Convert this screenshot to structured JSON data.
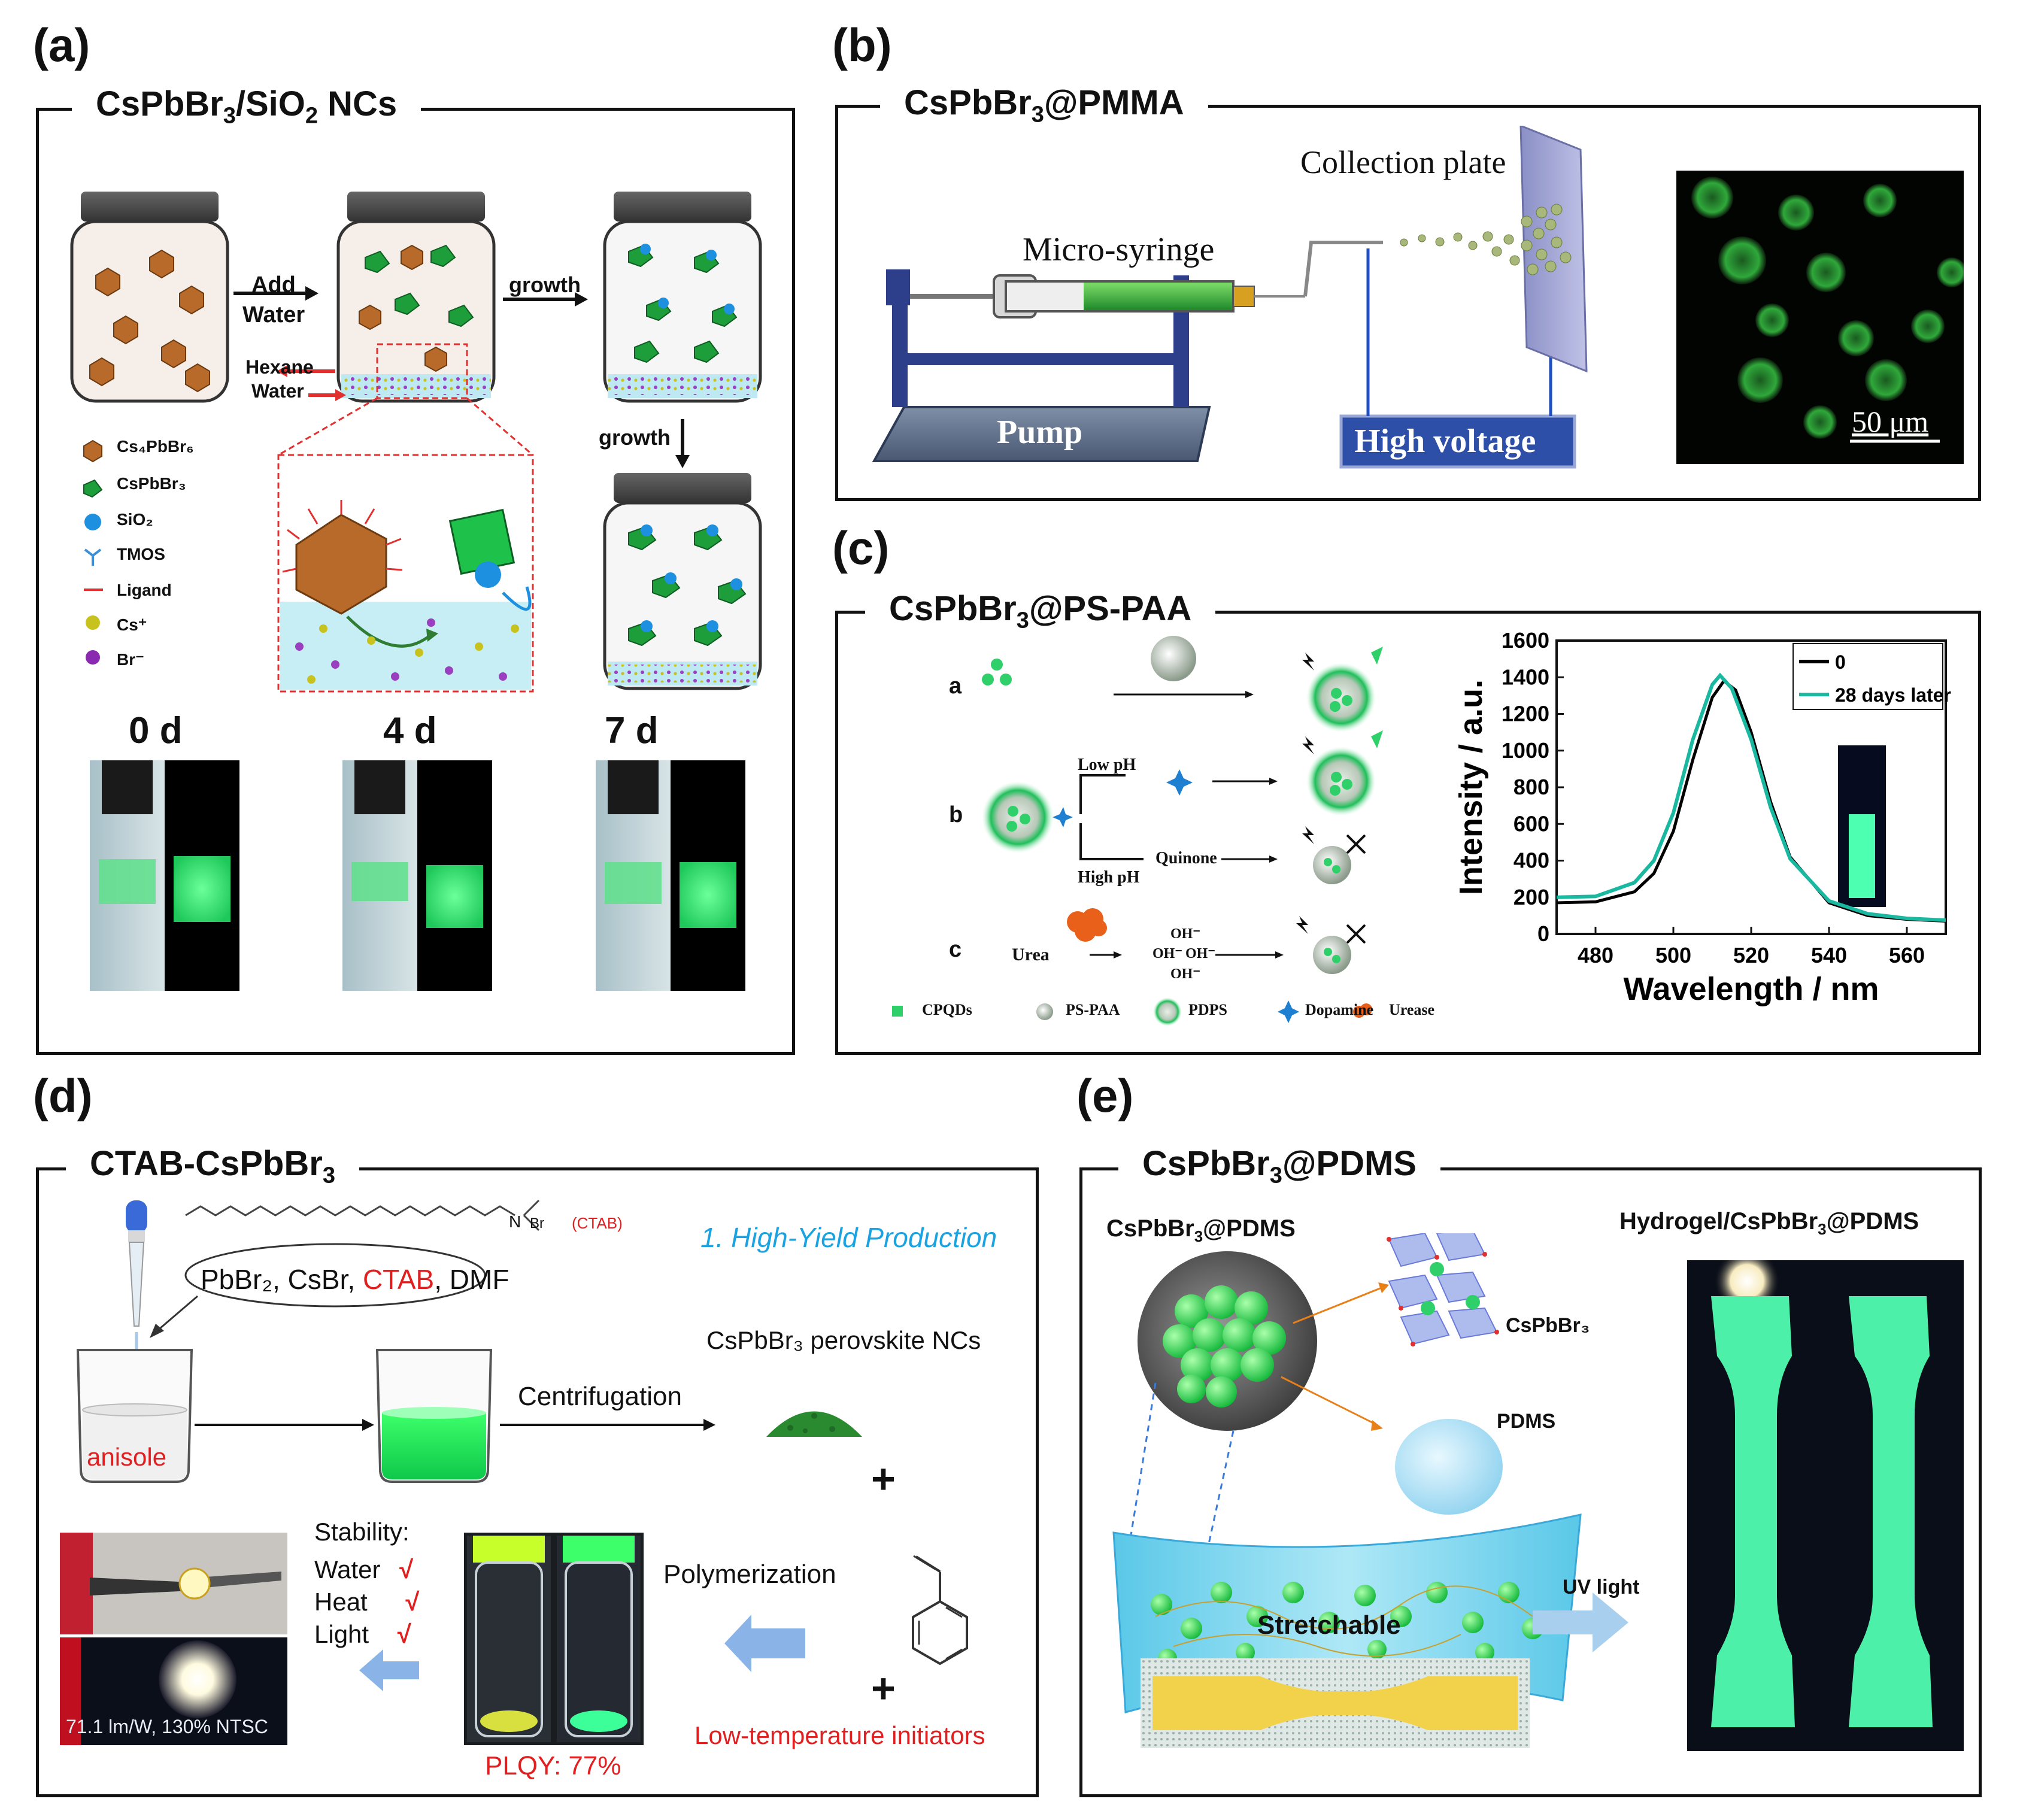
{
  "panels": {
    "a": {
      "label": "(a)",
      "title_main": "CsPbBr",
      "title_sub1": "3",
      "title_mid": "/SiO",
      "title_sub2": "2",
      "title_end": " NCs",
      "add_water_1": "Add",
      "add_water_2": "Water",
      "growth_1": "growth",
      "growth_2": "growth",
      "hexane": "Hexane",
      "water": "Water",
      "legend": [
        {
          "text": "Cs₄PbBr₆",
          "icon": "cs4pbbr6-polyhedron-icon",
          "color": "#b86a2a"
        },
        {
          "text": "CsPbBr₃",
          "icon": "cspbbr3-cube-icon",
          "color": "#1e9e3a"
        },
        {
          "text": "SiO₂",
          "icon": "sio2-sphere-icon",
          "color": "#1e90e0"
        },
        {
          "text": "TMOS",
          "icon": "tmos-molecule-icon",
          "color": "#3a8fd8"
        },
        {
          "text": "Ligand",
          "icon": "ligand-line-icon",
          "color": "#e03030"
        },
        {
          "text": "Cs⁺",
          "icon": "cs-ion-icon",
          "color": "#c8c21e"
        },
        {
          "text": "Br⁻",
          "icon": "br-ion-icon",
          "color": "#8a2ab0"
        }
      ],
      "days": [
        "0 d",
        "4 d",
        "7 d"
      ]
    },
    "b": {
      "label": "(b)",
      "title": "CsPbBr",
      "title_sub": "3",
      "title_end": "@PMMA",
      "collection_plate": "Collection plate",
      "micro_syringe": "Micro-syringe",
      "pump": "Pump",
      "high_voltage": "High voltage",
      "scale_bar": "50 μm"
    },
    "c": {
      "label": "(c)",
      "title": "CsPbBr",
      "title_sub": "3",
      "title_end": "@PS-PAA",
      "rows": [
        "a",
        "b",
        "c"
      ],
      "low_ph": "Low  pH",
      "high_ph": "High  pH",
      "quinone": "Quinone",
      "urea": "Urea",
      "oh": "OH⁻",
      "legend": [
        "CPQDs",
        "PS-PAA",
        "PDPS",
        "Dopamine",
        "Urease"
      ]
    },
    "d": {
      "label": "(d)",
      "title": "CTAB-CsPbBr",
      "title_sub": "3",
      "ctab_tag": "(CTAB)",
      "br": "Br",
      "n": "N",
      "reagents_pre": "PbBr₂, CsBr, ",
      "reagents_ctab": "CTAB",
      "reagents_post": ", DMF",
      "high_yield": "1. High-Yield Production",
      "anisole": "anisole",
      "centrifugation": "Centrifugation",
      "ncs": "CsPbBr₃ perovskite NCs",
      "plus": "+",
      "polymerization": "Polymerization",
      "stability": "Stability:",
      "stability_items": [
        "Water",
        "Heat",
        "Light"
      ],
      "check": "√",
      "led_caption": "71.1 lm/W, 130% NTSC",
      "plqy": "PLQY: 77%",
      "initiators": "Low-temperature initiators"
    },
    "e": {
      "label": "(e)",
      "title": "CsPbBr",
      "title_sub": "3",
      "title_end": "@PDMS",
      "sub_label_pre": "CsPbBr",
      "sub_label_sub": "3",
      "sub_label_end": "@PDMS",
      "cspbbr3": "CsPbBr₃",
      "pdms": "PDMS",
      "stretchable": "Stretchable",
      "uv_light": "UV light",
      "hydrogel_pre": "Hydrogel/CsPbBr",
      "hydrogel_sub": "3",
      "hydrogel_end": "@PDMS"
    }
  },
  "colors": {
    "green_glow": "#3dff8a",
    "cyan": "#1ab8a0",
    "red": "#e02020",
    "blue_text": "#1aa3e0"
  },
  "chart_data": {
    "type": "line",
    "xlabel": "Wavelength / nm",
    "ylabel": "Intensity / a.u.",
    "xlim": [
      470,
      570
    ],
    "ylim": [
      0,
      1600
    ],
    "x_ticks": [
      480,
      500,
      520,
      540,
      560
    ],
    "y_ticks": [
      0,
      200,
      400,
      600,
      800,
      1000,
      1200,
      1400,
      1600
    ],
    "legend_position": "top-right",
    "series": [
      {
        "name": "0",
        "color": "#000000",
        "x": [
          470,
          480,
          490,
          495,
          500,
          505,
          510,
          513,
          516,
          520,
          525,
          530,
          540,
          550,
          560,
          570
        ],
        "y": [
          170,
          175,
          230,
          330,
          560,
          950,
          1290,
          1380,
          1330,
          1100,
          720,
          420,
          170,
          100,
          80,
          70
        ]
      },
      {
        "name": "28 days later",
        "color": "#1ab8a0",
        "x": [
          470,
          480,
          490,
          495,
          500,
          505,
          510,
          512,
          515,
          520,
          525,
          530,
          540,
          550,
          560,
          570
        ],
        "y": [
          200,
          205,
          280,
          400,
          660,
          1060,
          1360,
          1410,
          1340,
          1060,
          690,
          410,
          180,
          110,
          85,
          75
        ]
      }
    ]
  }
}
